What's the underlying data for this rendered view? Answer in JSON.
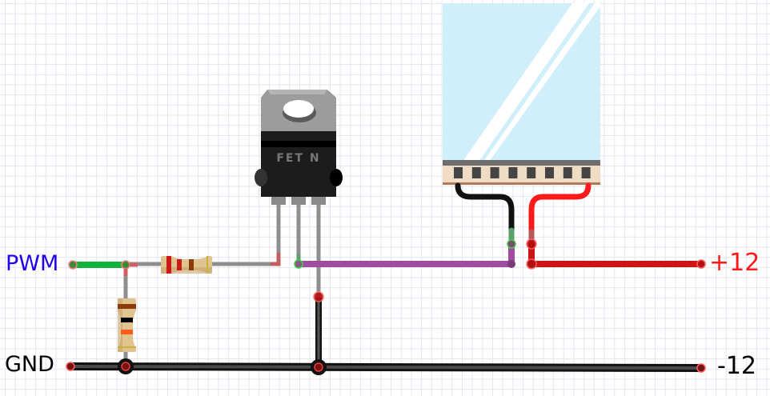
{
  "labels": {
    "pwm": "PWM",
    "gnd": "GND",
    "plus12": "+12",
    "minus12": "-12"
  },
  "mosfet": {
    "marking": "FET N"
  },
  "colors": {
    "pwm_label": "#2200ee",
    "gnd_label": "#000000",
    "plus12_label": "#ff1a1a",
    "minus12_label": "#000000",
    "wire_pwm": "#1db33a",
    "wire_gate": "#9a9a9a",
    "wire_drain": "#a04ca0",
    "wire_supply": "#cc1515",
    "wire_ground": "#222222",
    "led_panel": "#d0effb",
    "pcb": "#f0dcc4",
    "mosfet_tab": "#9c9c9c",
    "mosfet_body": "#1c1c1c"
  },
  "components": [
    {
      "type": "resistor",
      "id": "R1",
      "orientation": "horizontal",
      "bands": [
        "#cc1a1a",
        "#cc1a1a",
        "#8b3a0a",
        "#c8b23a"
      ]
    },
    {
      "type": "resistor",
      "id": "R2",
      "orientation": "vertical",
      "bands": [
        "#8b3a0a",
        "#000000",
        "#ff5a1a",
        "#c8b23a"
      ]
    },
    {
      "type": "mosfet",
      "id": "Q1",
      "package": "TO-220"
    },
    {
      "type": "led-strip",
      "id": "LED1",
      "pads": 8
    }
  ]
}
